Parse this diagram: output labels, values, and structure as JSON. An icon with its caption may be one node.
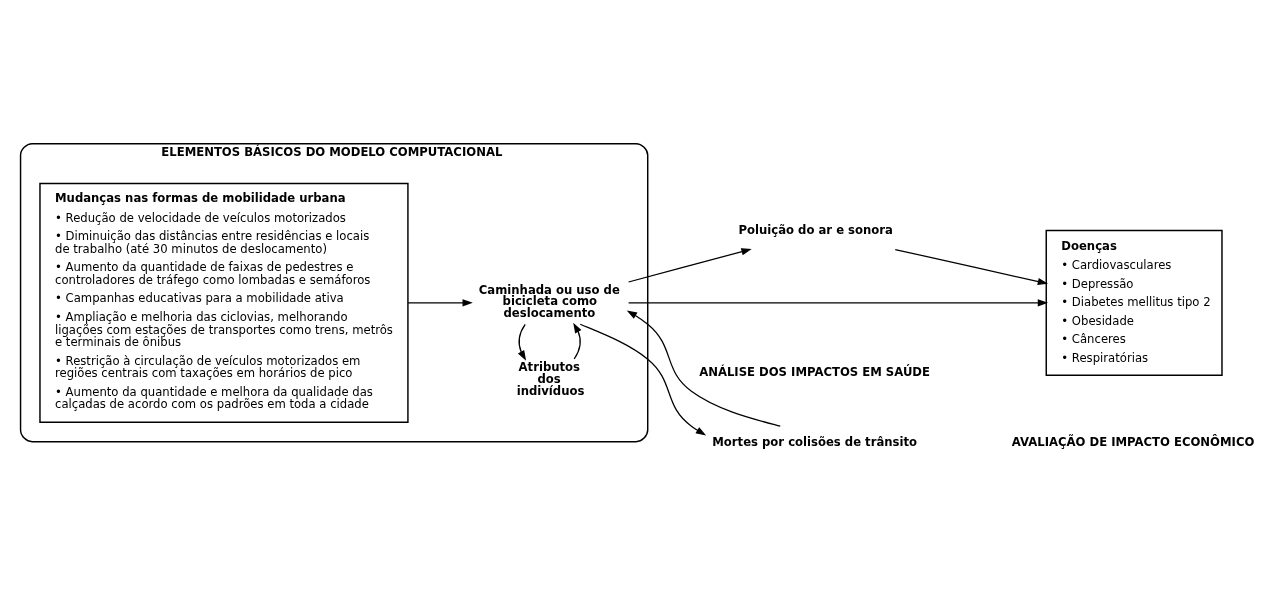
{
  "diagram": {
    "nodes": [
      {
        "text": [
          "ELEMENTOS BÁSICOS DO MODELO COMPUTACIONAL"
        ]
      },
      {
        "text": [
          "Mudanças nas formas de mobilidade urbana",
          "• Redução de velocidade de veículos motorizados",
          "• Diminuição das distâncias entre residências e locais de trabalho (até 30 minutos de deslocamento)",
          "• Aumento da quantidade de faixas de pedestres e controladores de tráfego como lombadas e semáforos",
          "• Campanhas educativas para a mobilidade ativa",
          "• Ampliação e melhoria das ciclovias, melhorando ligações com estações de transportes como trens, metrôs e terminais de ônibus",
          "• Restrição à circulação de veículos motorizados em regiões centrais com taxações em horários de pico",
          "• Aumento da quantidade e melhora da qualidade das calçadas de acordo com os padrões em toda a cidade"
        ],
        "in": 0
      },
      {
        "text": [
          "Caminhada ou uso de bicicleta como deslocamento"
        ],
        "in": 0
      },
      {
        "text": [
          "Atributos dos indivíduos"
        ],
        "in": 0
      },
      {
        "text": [
          "Poluição do ar e sonora"
        ]
      },
      {
        "text": [
          "Doenças",
          "• Cardiovasculares",
          "• Depressão",
          "• Diabetes mellitus tipo 2",
          "• Obesidade",
          "• Cânceres",
          "• Respiratórias"
        ]
      },
      {
        "text": [
          "Mortes por colisões de trânsito"
        ]
      }
    ],
    "edges": [
      {
        "from": 1,
        "to": 2,
        "arrow": "to"
      },
      {
        "from": 3,
        "to": 2,
        "arrow": "to"
      },
      {
        "from": 2,
        "to": 3,
        "arrow": "to"
      },
      {
        "from": 2,
        "to": 4,
        "arrow": "to"
      },
      {
        "from": 4,
        "to": 5,
        "arrow": "to"
      },
      {
        "from": 2,
        "to": 5,
        "arrow": "to"
      },
      {
        "from": 2,
        "to": 6,
        "arrow": "to"
      },
      {
        "from": 6,
        "to": 2,
        "arrow": "to"
      }
    ],
    "labels": [
      "ANÁLISE DOS IMPACTOS EM SAÚDE",
      "AVALIAÇÃO DE IMPACTO ECONÔMICO"
    ]
  }
}
